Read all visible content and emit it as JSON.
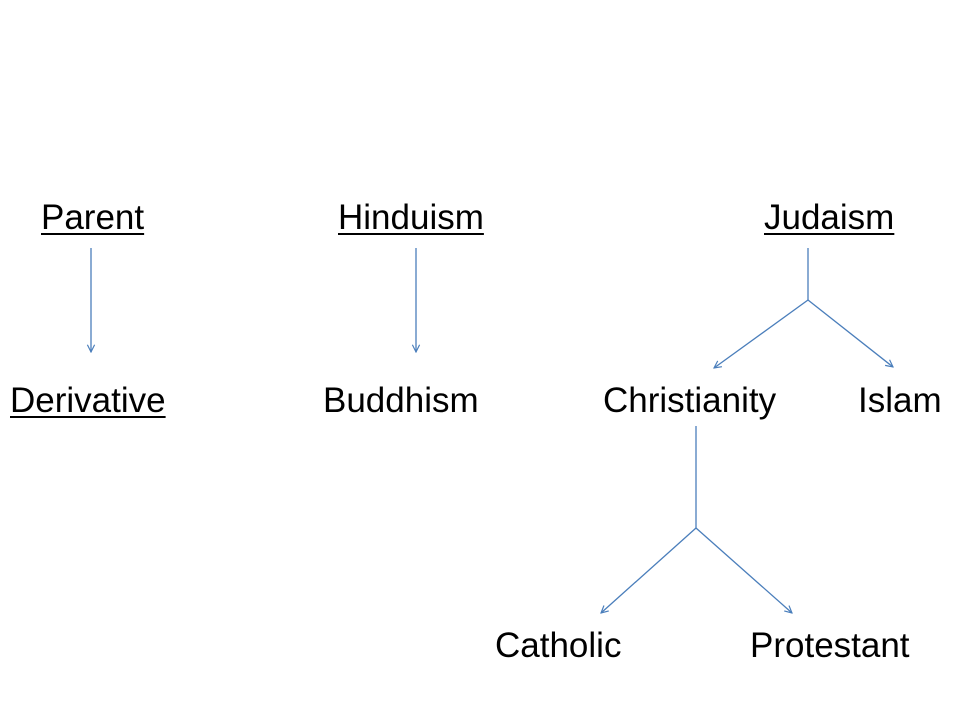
{
  "header": {
    "parent_label": "Parent",
    "derivative_label": "Derivative"
  },
  "nodes": {
    "hinduism": "Hinduism",
    "judaism": "Judaism",
    "buddhism": "Buddhism",
    "christianity": "Christianity",
    "islam": "Islam",
    "catholic": "Catholic",
    "protestant": "Protestant"
  },
  "colors": {
    "arrow": "#4a7ebb",
    "text": "#000000",
    "background": "#ffffff"
  }
}
